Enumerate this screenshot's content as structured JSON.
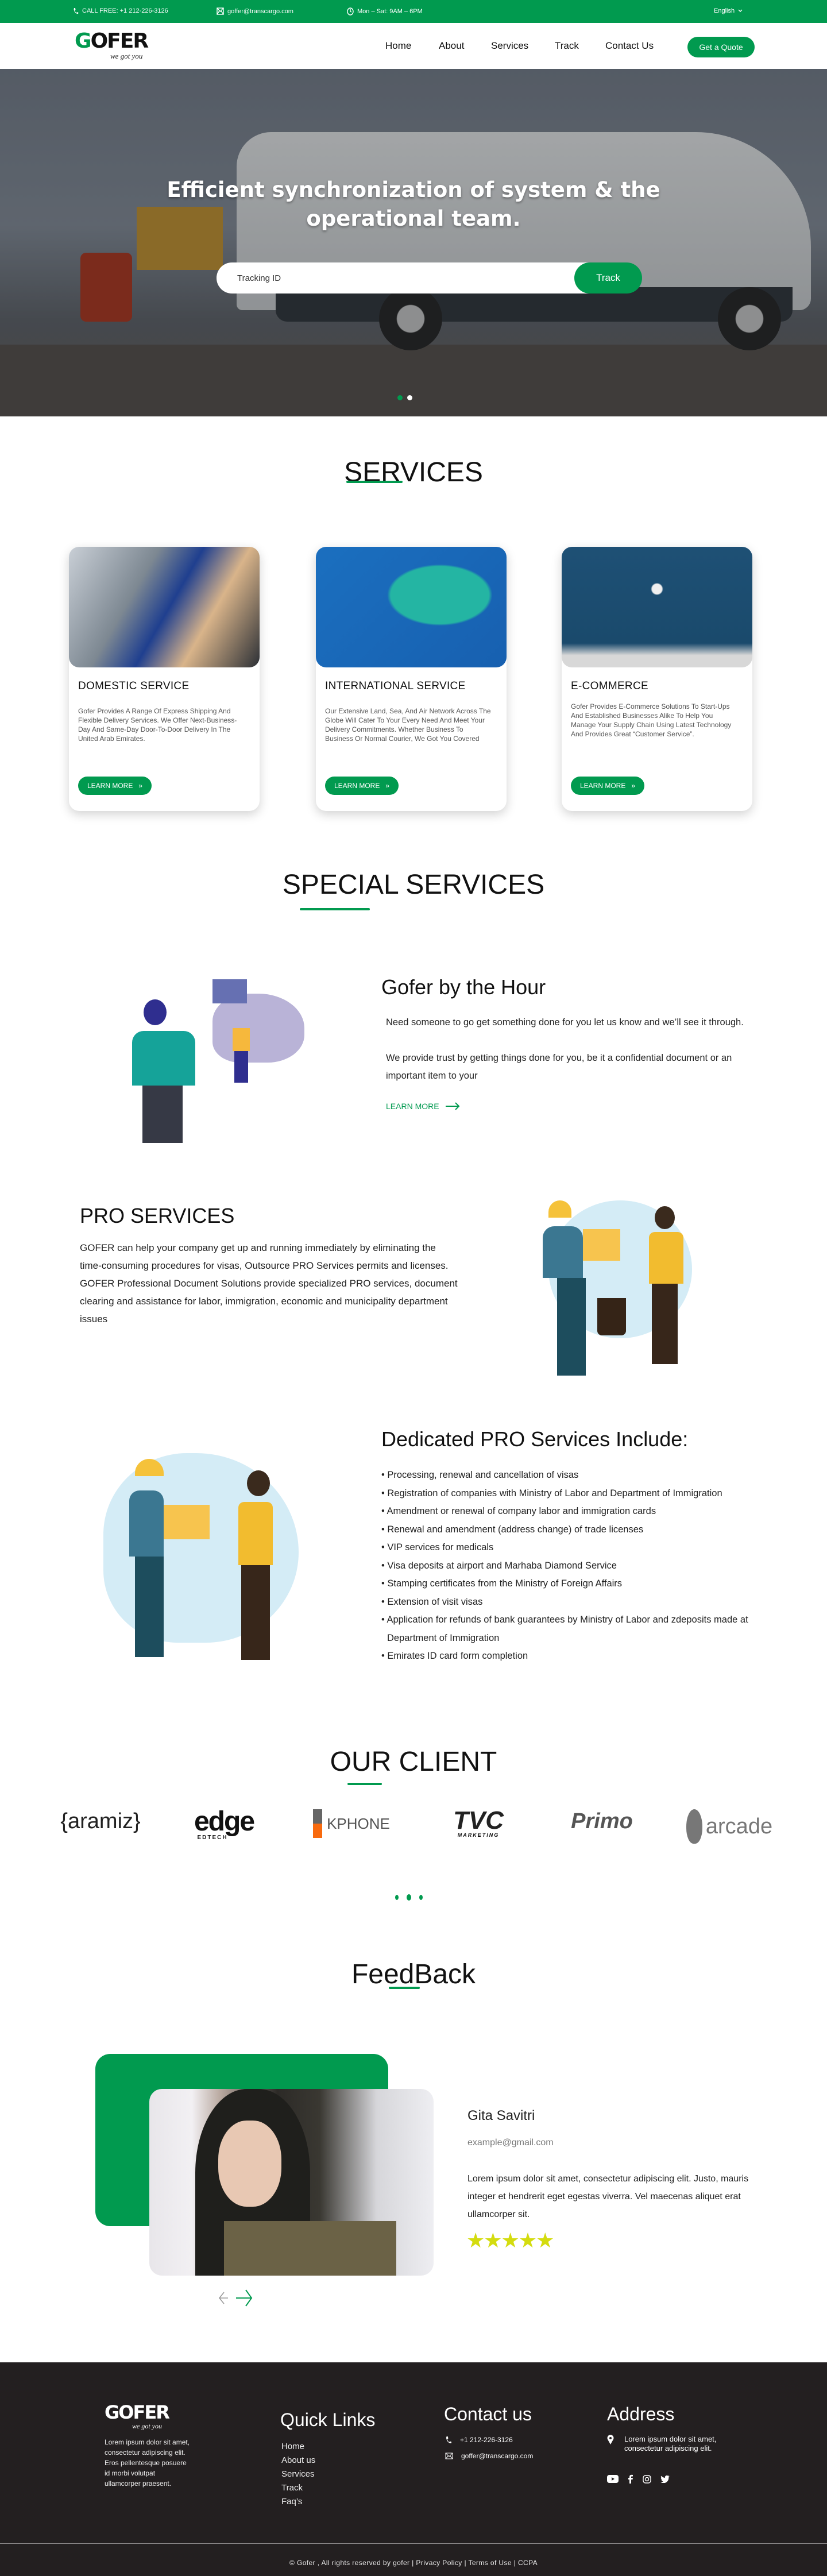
{
  "topbar": {
    "phone": "CALL FREE: +1 212-226-3126",
    "email": "goffer@transcargo.com",
    "hours": "Mon – Sat: 9AM – 6PM",
    "language": "English"
  },
  "brand": {
    "logo_text": "GOFER",
    "tagline": "we got you"
  },
  "nav": {
    "items": [
      "Home",
      "About",
      "Services",
      "Track",
      "Contact Us"
    ],
    "cta": "Get  a Quote"
  },
  "hero": {
    "headline_line1": "Efficient synchronization of system & the",
    "headline_line2": "operational team.",
    "tracking_placeholder": "Tracking ID",
    "track_button": "Track",
    "slides": 2,
    "active_slide": 1
  },
  "services": {
    "title": "SERVICES",
    "cards": [
      {
        "title": "DOMESTIC SERVICE",
        "text": "Gofer Provides A Range Of Express Shipping And Flexible Delivery Services. We Offer Next-Business-Day And Same-Day Door-To-Door Delivery In The United Arab Emirates.",
        "button": "LEARN MORE"
      },
      {
        "title": "INTERNATIONAL SERVICE",
        "text": "Our Extensive Land, Sea, And Air Network Across The Globe Will Cater To Your Every Need And Meet Your Delivery Commitments. Whether Business To Business Or Normal Courier, We Got You Covered",
        "button": "LEARN MORE"
      },
      {
        "title": "E-COMMERCE",
        "text": "Gofer Provides E-Commerce Solutions To Start-Ups And Established Businesses Alike To Help You Manage Your Supply Chain Using Latest Technology And Provides Great “Customer Service”.",
        "button": "LEARN MORE"
      }
    ]
  },
  "special": {
    "title": "SPECIAL SERVICES",
    "by_hour": {
      "title": "Gofer by the Hour",
      "line1": "Need someone to go get something done for you let us know and we’ll see it through.",
      "line2": "We provide trust by getting things done for you, be it a confidential document or an important item to your",
      "link": "LEARN MORE"
    },
    "pro": {
      "title": "PRO SERVICES",
      "text": "GOFER can help your company get up and running immediately by eliminating the time-consuming procedures for visas, Outsource PRO Services permits and licenses. GOFER Professional Document Solutions provide specialized PRO services, document clearing and assistance for labor, immigration, economic and municipality department issues"
    },
    "dedicated": {
      "title": "Dedicated PRO Services Include:",
      "items": [
        "Processing, renewal and cancellation of visas",
        "Registration of companies with Ministry of Labor and Department of Immigration",
        "Amendment or renewal of company labor and immigration cards",
        "Renewal and amendment (address change) of trade licenses",
        "VIP services for medicals",
        "Visa deposits at airport and Marhaba Diamond Service",
        "Stamping certificates from the Ministry of Foreign Affairs",
        "Extension of visit visas",
        "Application for refunds of bank guarantees by Ministry of Labor and zdeposits made at Department of Immigration",
        "Emirates ID card form completion"
      ]
    }
  },
  "clients": {
    "title": "OUR  CLIENT",
    "logos": [
      "{aramiz}",
      "edge",
      "KPHONE",
      "TVC",
      "Primo",
      "arcade"
    ],
    "logo_subs": [
      "",
      "EDTECH",
      "",
      "MARKETING",
      "",
      ""
    ]
  },
  "feedback": {
    "title": "FeedBack",
    "name": "Gita Savitri",
    "email": "example@gmail.com",
    "text": "Lorem ipsum dolor sit amet, consectetur adipiscing elit. Justo, mauris integer et hendrerit eget egestas viverra. Vel maecenas aliquet erat ullamcorper sit.",
    "rating": 5,
    "stars": "★★★★★"
  },
  "footer": {
    "about": "Lorem ipsum dolor sit amet, consectetur adipiscing elit. Eros pellentesque posuere id morbi volutpat ullamcorper praesent.",
    "quick_links_title": "Quick Links",
    "quick_links": [
      "Home",
      "About us",
      "Services",
      "Track",
      "Faq’s"
    ],
    "contact_title": "Contact us",
    "contact_phone": "+1 212-226-3126",
    "contact_email": "goffer@transcargo.com",
    "address_title": "Address",
    "address_line1": "Lorem ipsum dolor sit amet,",
    "address_line2": "consectetur adipiscing elit.",
    "copyright": "© Gofer , All rights reserved by gofer | Privacy Policy | Terms of Use | CCPA"
  },
  "colors": {
    "brand_green": "#019a4f",
    "footer_bg": "#231f20",
    "star": "#d4dc0f"
  }
}
